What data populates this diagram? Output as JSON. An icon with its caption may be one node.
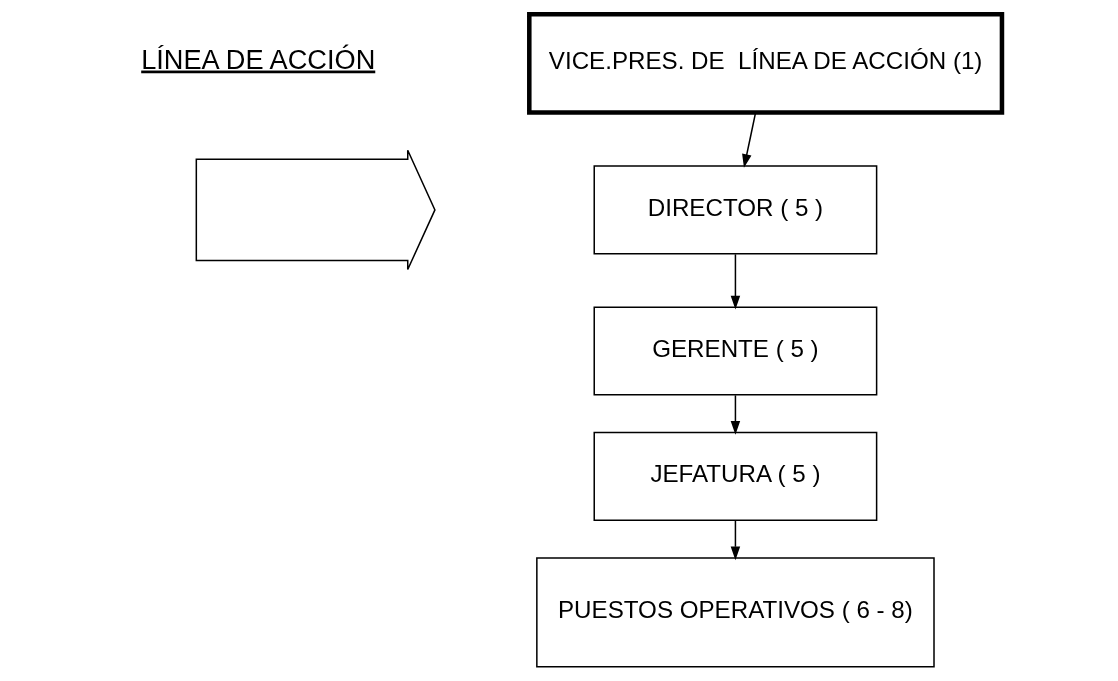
{
  "diagram": {
    "nodes": [
      {
        "text": [
          "VICE.PRES. DE  LÍNEA DE ACCIÓN (1)"
        ]
      },
      {
        "text": [
          "DIRECTOR ( 5 )"
        ]
      },
      {
        "text": [
          "GERENTE ( 5 )"
        ]
      },
      {
        "text": [
          "JEFATURA ( 5 )"
        ]
      },
      {
        "text": [
          "PUESTOS OPERATIVOS ( 6 - 8)"
        ]
      },
      {
        "text": [],
        "shape": "arrow"
      }
    ],
    "edges": [
      {
        "from": 0,
        "to": 1,
        "arrow": "to"
      },
      {
        "from": 1,
        "to": 2,
        "arrow": "to"
      },
      {
        "from": 2,
        "to": 3,
        "arrow": "to"
      },
      {
        "from": 3,
        "to": 4,
        "arrow": "to"
      }
    ],
    "labels": [
      "LÍNEA DE ACCIÓN"
    ]
  }
}
